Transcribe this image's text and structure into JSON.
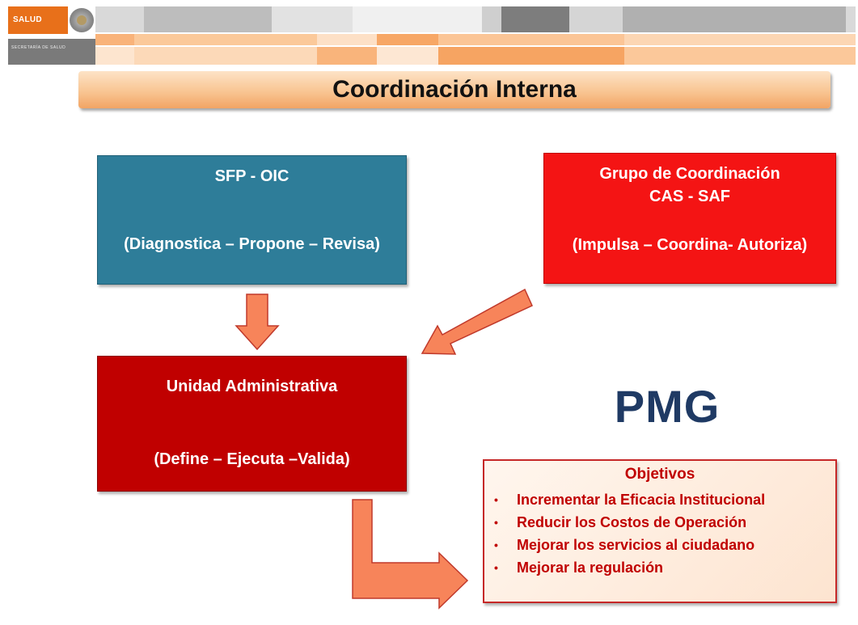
{
  "header": {
    "logo_text": "SALUD",
    "sub_text": "SECRETARÍA DE SALUD"
  },
  "title": "Coordinación Interna",
  "boxes": {
    "sfp": {
      "line1": "SFP - OIC",
      "line2": "(Diagnostica – Propone – Revisa)"
    },
    "grupo": {
      "line1": "Grupo de Coordinación",
      "line2": "CAS - SAF",
      "line3": "(Impulsa – Coordina- Autoriza)"
    },
    "unidad": {
      "line1": "Unidad Administrativa",
      "line2": "(Define – Ejecuta –Valida)"
    }
  },
  "pmg": "PMG",
  "objetivos": {
    "title": "Objetivos",
    "bullet": "•",
    "items": [
      "Incrementar la Eficacia Institucional",
      "Reducir los Costos de Operación",
      "Mejorar los servicios al ciudadano",
      "Mejorar la regulación"
    ]
  },
  "colors": {
    "sfp": "#2e7d99",
    "grupo": "#f41414",
    "unidad": "#c00000",
    "pmg": "#1f3a64",
    "arrow_fill": "#f7845a",
    "arrow_stroke": "#c0392b"
  }
}
